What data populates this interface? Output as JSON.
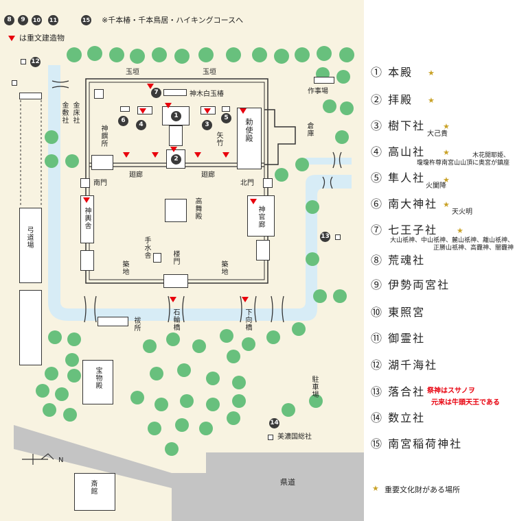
{
  "header": {
    "route_numbers": [
      "8",
      "9",
      "10",
      "11",
      "15"
    ],
    "route_note": "※千本椿・千本鳥居・ハイキングコースへ",
    "legend_mark": "は重文建造物"
  },
  "colors": {
    "background": "#f8f3e1",
    "water": "#d7ecf6",
    "tree": "#68c07d",
    "road": "#c4c4c4",
    "important_mark": "#e8000d",
    "star": "#c9a227",
    "number_badge": "#3a3a3a"
  },
  "map": {
    "labels": {
      "tamagaki_1": "玉垣",
      "tamagaki_2": "玉垣",
      "shinboku": "神木白玉椿",
      "kanashiki": "金敷社",
      "kanadoko": "金床社",
      "sakujiba": "作事場",
      "shinsensho": "神饌所",
      "yatake": "矢竹",
      "chokushiden": "勅使殿",
      "kura": "倉庫",
      "kairo_1": "廻廊",
      "kairo_2": "廻廊",
      "minamimon": "南門",
      "kitamon": "北門",
      "kobu": "高舞殿",
      "shinyosha": "神輿舎",
      "shinkanro": "神官廊",
      "kyudojo": "弓道場",
      "temizusha": "手水舎",
      "romon": "楼門",
      "tsukiji_1": "築地",
      "tsukiji_2": "築地",
      "haraido": "祓所",
      "ishiwa": "石輪橋",
      "shimomuki": "下向橋",
      "homotsuden": "宝物殿",
      "chushajo": "駐車場",
      "mino_sosha": "美濃国総社",
      "saikan": "斎館",
      "kendo": "県道",
      "north": "N"
    },
    "badges": [
      "1",
      "2",
      "3",
      "4",
      "5",
      "6",
      "7",
      "12",
      "13",
      "14"
    ]
  },
  "legend": {
    "items": [
      {
        "label": "① 本殿",
        "star": true,
        "note": ""
      },
      {
        "label": "② 拝殿",
        "star": true,
        "note": ""
      },
      {
        "label": "③ 樹下社",
        "star": true,
        "note": "大己貴"
      },
      {
        "label": "④ 高山社",
        "star": true,
        "note": "木花開耶姫、\n瓊瓊杵尊南宮山山頂に奥宮が鎮座"
      },
      {
        "label": "⑤ 隼人社",
        "star": true,
        "note": "火闌降"
      },
      {
        "label": "⑥ 南大神社",
        "star": true,
        "note": "天火明"
      },
      {
        "label": "⑦ 七王子社",
        "star": true,
        "note": "大山祇神、中山祇神、麓山祇神、離山祇神、\n正勝山祇神、高龗神、闇龗神"
      },
      {
        "label": "⑧ 荒魂社",
        "star": false,
        "note": ""
      },
      {
        "label": "⑨ 伊勢両宮社",
        "star": false,
        "note": ""
      },
      {
        "label": "⑩ 東照宮",
        "star": false,
        "note": ""
      },
      {
        "label": "⑪ 御霊社",
        "star": false,
        "note": ""
      },
      {
        "label": "⑫ 湖千海社",
        "star": false,
        "note": ""
      },
      {
        "label": "⑬ 落合社",
        "star": false,
        "note": ""
      },
      {
        "label": "⑭ 数立社",
        "star": false,
        "note": ""
      },
      {
        "label": "⑮ 南宮稲荷神社",
        "star": false,
        "note": ""
      }
    ],
    "ochiai_note_1": "祭神はスサノヲ",
    "ochiai_note_2": "元来は牛頭天王である",
    "footer": "重要文化財がある場所"
  }
}
